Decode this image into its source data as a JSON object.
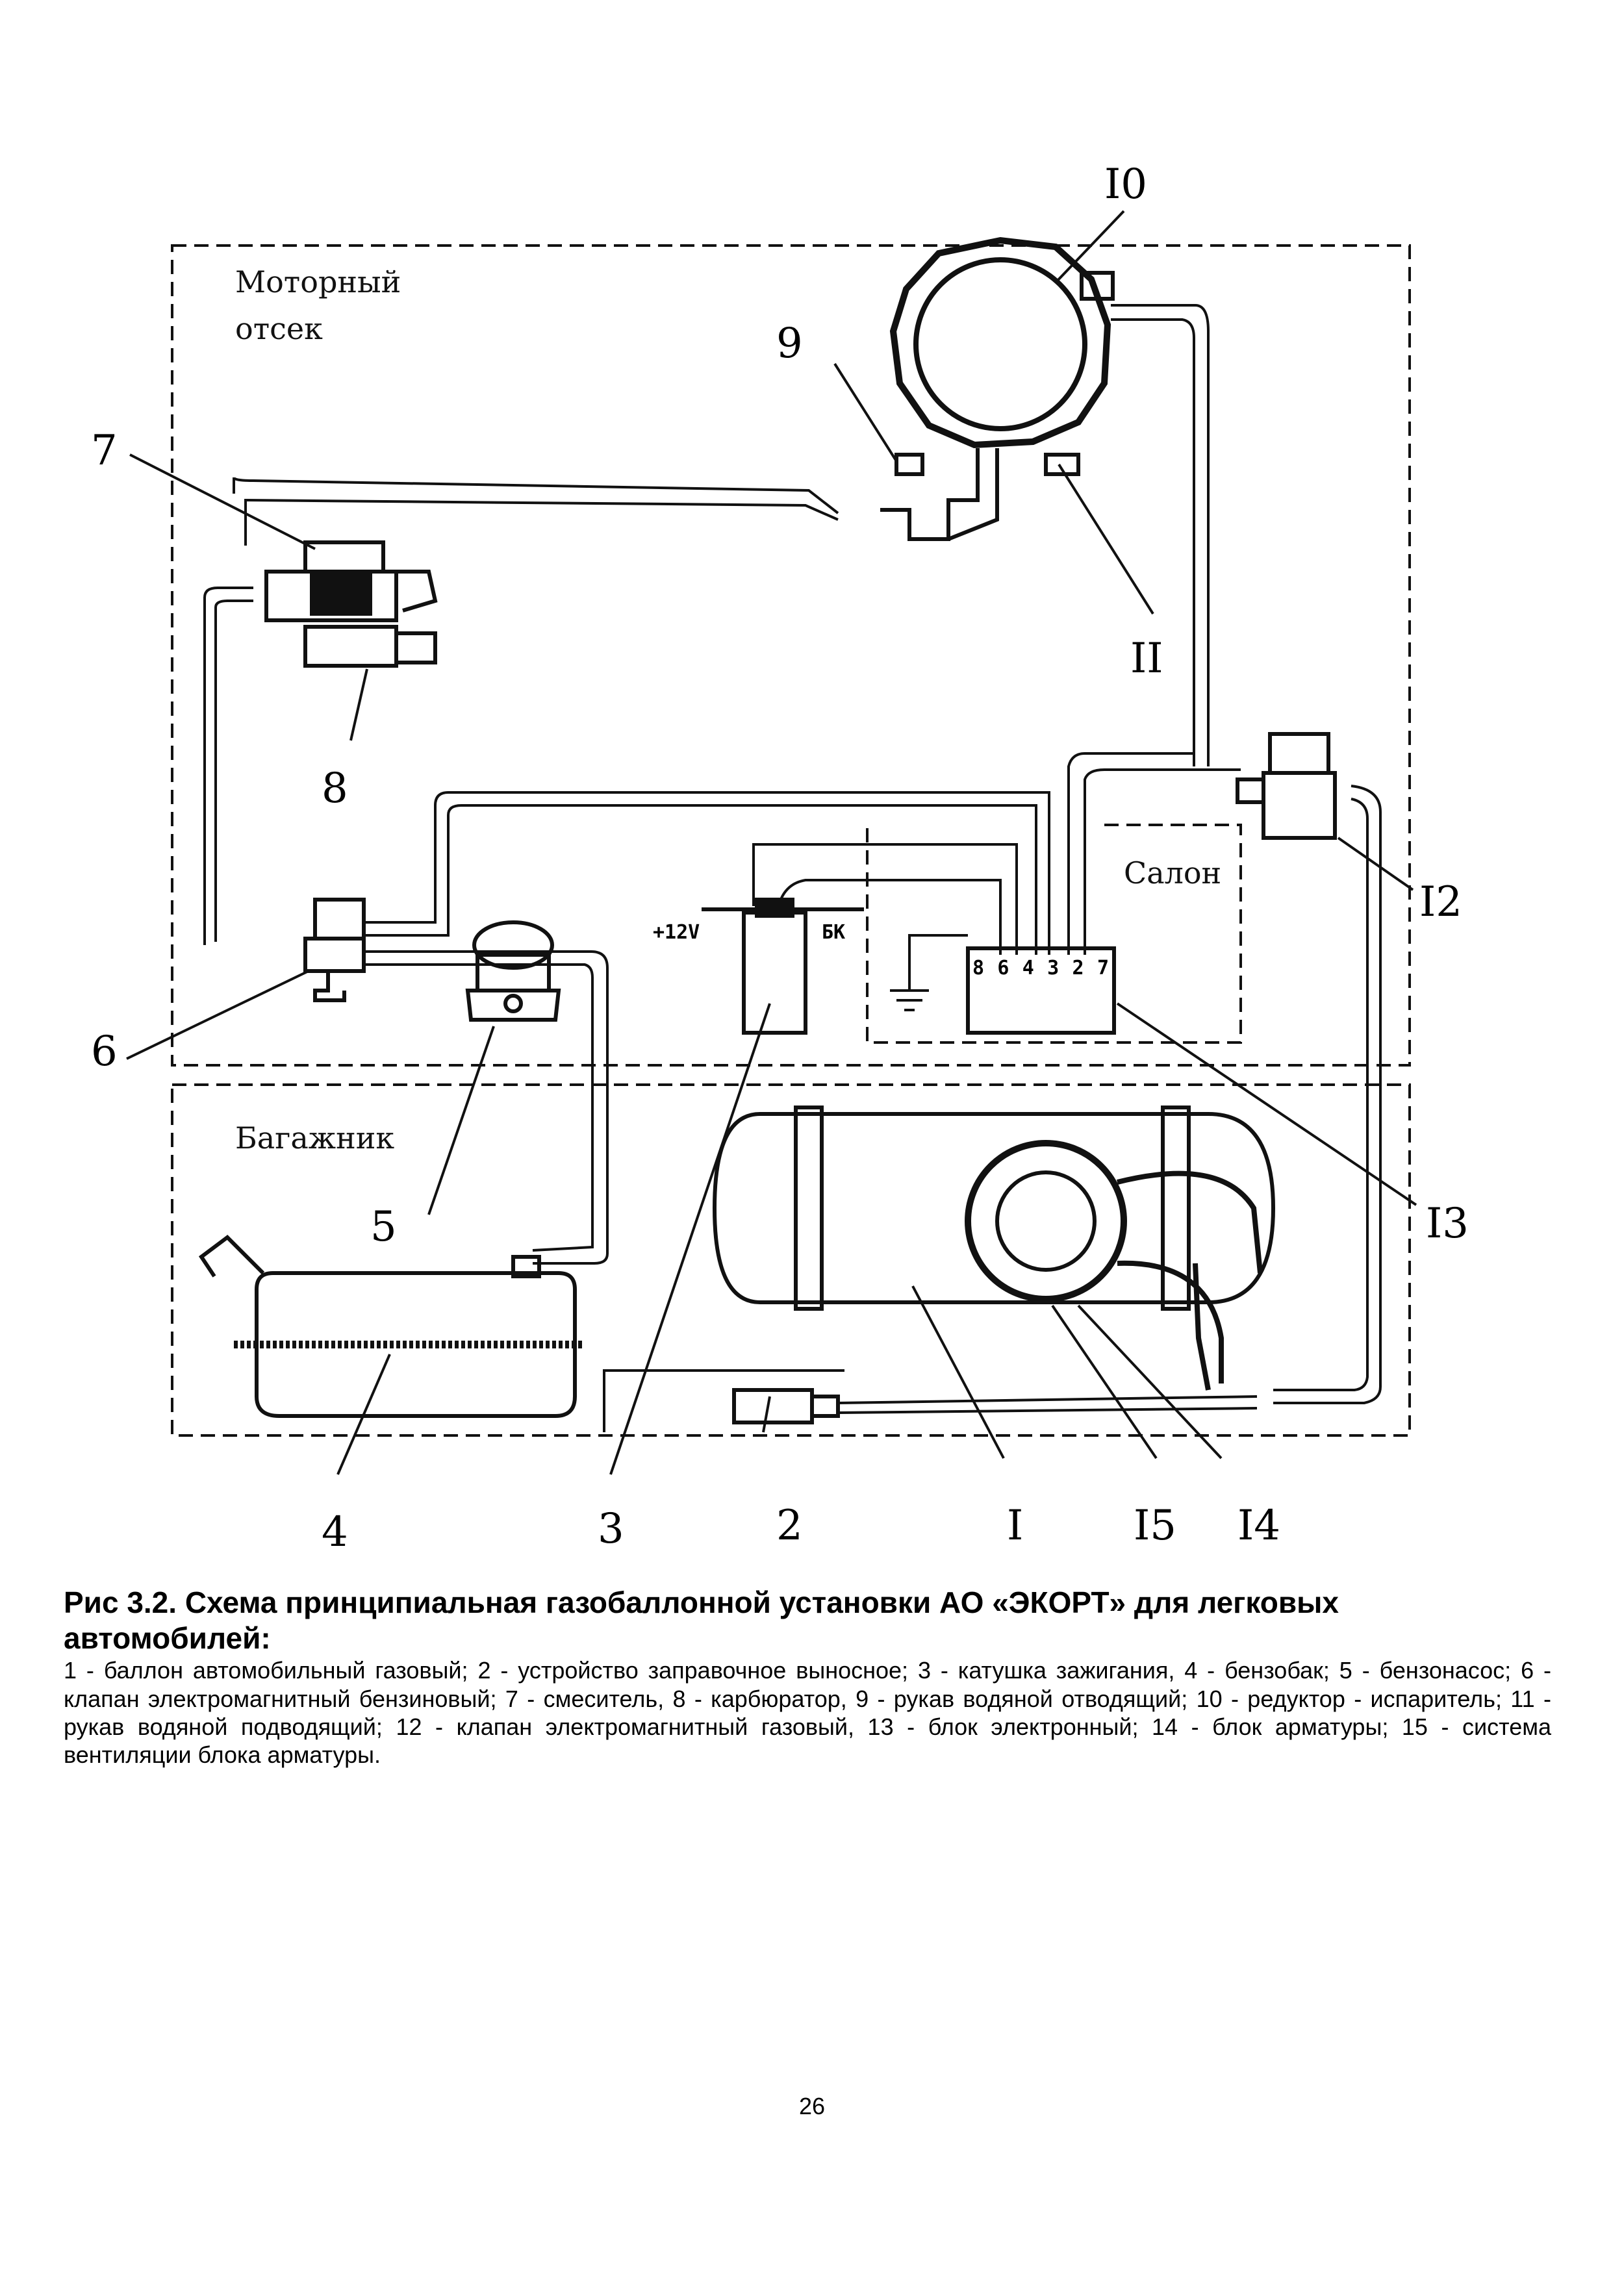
{
  "zones": {
    "engine": [
      "Моторный",
      "отсек"
    ],
    "cabin": "Салон",
    "trunk": "Багажник"
  },
  "markers": [
    "1",
    "2",
    "3",
    "4",
    "5",
    "6",
    "7",
    "8",
    "9",
    "10",
    "11",
    "12",
    "13",
    "14",
    "15"
  ],
  "marker_labels": {
    "1": "I",
    "2": "2",
    "3": "3",
    "4": "4",
    "5": "5",
    "6": "6",
    "7": "7",
    "8": "8",
    "9": "9",
    "10": "I0",
    "11": "II",
    "12": "I2",
    "13": "I3",
    "14": "I4",
    "15": "I5"
  },
  "coil_plus_label": "+12V",
  "coil_bk_label": "БК",
  "ecu_pins": "864327",
  "caption": {
    "title": "Рис 3.2. Схема принципиальная газобаллонной установки АО «ЭКОРТ» для легковых автомобилей:",
    "text": "1 - баллон автомобильный газовый; 2 - устройство заправочное выносное; 3 - катушка зажигания, 4 - бензобак; 5 - бензонасос; 6 - клапан электромагнитный бензиновый; 7 - смеситель, 8 - карбюратор, 9 - рукав водяной отводящий; 10 - редуктор - испаритель; 11 - рукав водяной подводящий; 12 - клапан электромагнитный газовый, 13 - блок электронный; 14 - блок арматуры; 15 - система вентиляции блока арматуры."
  },
  "page_number": "26"
}
